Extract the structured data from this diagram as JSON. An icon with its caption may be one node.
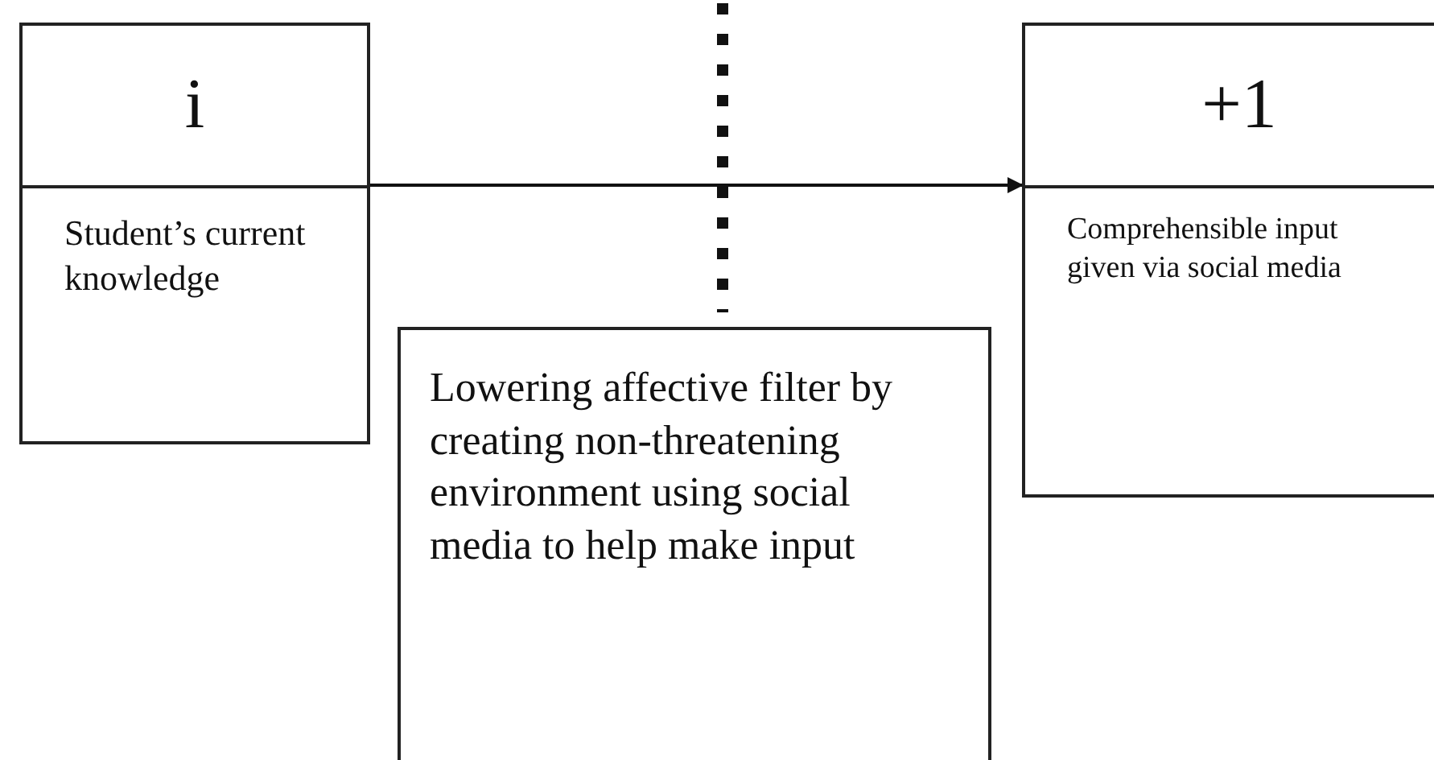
{
  "diagram": {
    "nodes": [
      {
        "text": [
          "i",
          "Student’s current knowledge"
        ]
      },
      {
        "text": [
          "Lowering affective filter by creating non-threatening environment using social media to help make input"
        ]
      },
      {
        "text": [
          "+1",
          "Comprehensible input given via social media"
        ]
      }
    ],
    "edges": [
      {
        "from": 0,
        "to": 2,
        "arrow": "to"
      }
    ]
  }
}
